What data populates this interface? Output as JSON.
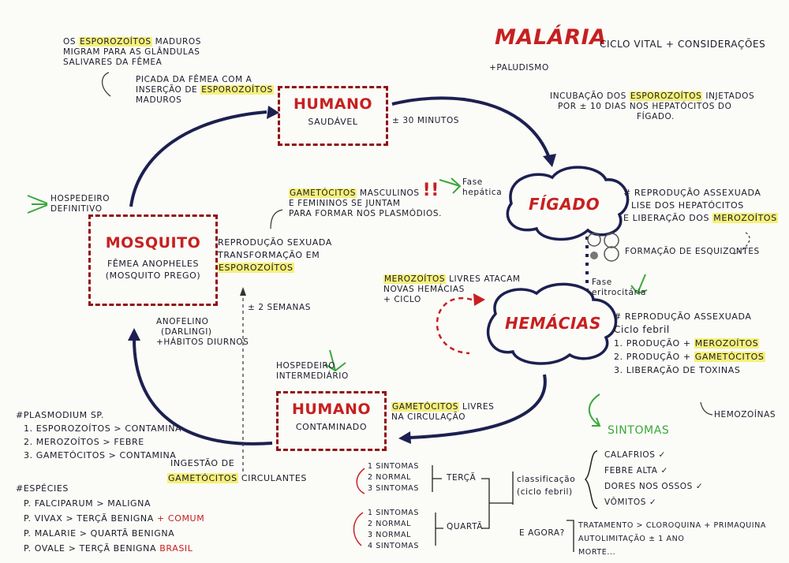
{
  "title": {
    "main": "MALÁRIA",
    "subtitle": "ciclo vital + considerações",
    "alias": "+paludismo"
  },
  "nodes": {
    "humano_saudavel": {
      "name": "HUMANO",
      "state": "SAUDÁVEL"
    },
    "figado": {
      "name": "FÍGADO"
    },
    "hemacias": {
      "name": "HEMÁCIAS"
    },
    "humano_contaminado": {
      "name": "HUMANO",
      "state": "CONTAMINADO"
    },
    "mosquito": {
      "name": "MOSQUITO",
      "line1": "fêmea anopheles",
      "line2": "(mosquito prego)"
    }
  },
  "notes": {
    "esporozoitos_maduros": {
      "pre": "Os",
      "hl": "esporozoítos",
      "l1_post": "maduros",
      "l2": "migram para as glândulas",
      "l3": "salivares da fêmea"
    },
    "picada": {
      "l1": "picada da fêmea com a",
      "l2_pre": "inserção de",
      "l2_hl": "esporozoítos",
      "l3": "maduros"
    },
    "trinta_minutos": "± 30 minutos",
    "incubacao": {
      "l1_pre": "Incubação dos",
      "l1_hl": "esporozoítos",
      "l1_post": "injetados",
      "l2": "por ± 10 dias nos hepatócitos do",
      "l3": "fígado."
    },
    "reproducao_assexuada_1": {
      "l1": "# Reprodução assexuada",
      "l2": "lise dos hepatócitos",
      "l3_pre": "e liberação dos",
      "l3_hl": "merozoítos"
    },
    "esquizontes": "formação de esquizontes",
    "fase_hepatica": {
      "l1": "Fase",
      "l2": "hepática"
    },
    "gametocitos_juntam": {
      "l1_hl": "Gametócitos",
      "l1_post": "masculinos",
      "exclaim": "!!",
      "l2": "e femininos se juntam",
      "l3": "para formar nos plasmódios."
    },
    "hospedeiro_definitivo": {
      "l1": "Hospedeiro",
      "l2": "definitivo"
    },
    "reproducao_sexuada": {
      "l1": "Reprodução sexuada",
      "l2": "transformação em",
      "l3_hl": "esporozoítos"
    },
    "duas_semanas": "± 2 semanas",
    "anofelino": {
      "l1": "anofelino",
      "l2": "(darlingi)",
      "l3": "+hábitos diurnos"
    },
    "merozoitos_livres": {
      "l1_hl": "Merozoítos",
      "l1_post": "livres atacam",
      "l2": "novas hemácias",
      "l3": "+ ciclo"
    },
    "fase_eritrocitaria": {
      "l1": "Fase",
      "l2": "eritrocitária"
    },
    "reproducao_assexuada_2": {
      "l1": "# Reprodução assexuada",
      "l2": "Ciclo febril",
      "i1_pre": "1. Produção +",
      "i1_hl": "merozoítos",
      "i2_pre": "2. Produção +",
      "i2_hl": "gametócitos",
      "i3": "3. Liberação de toxinas",
      "hemozoinas": "hemozoínas"
    },
    "sintomas_title": "sintomas",
    "sintomas": [
      "Calafrios ✓",
      "Febre alta ✓",
      "Dores nos ossos ✓",
      "Vômitos ✓"
    ],
    "hospedeiro_intermediario": {
      "l1": "Hospedeiro",
      "l2": "intermediário"
    },
    "gametocitos_livres": {
      "l1_hl": "Gametócitos",
      "l1_post": "livres",
      "l2": "na circulação"
    },
    "ingestao": {
      "l1": "Ingestão de",
      "l2_hl": "gametócitos",
      "l2_post": "circulantes"
    },
    "plasmodium": {
      "title": "#Plasmodium sp.",
      "items": [
        "1. Esporozoítos > contamina",
        "2. Merozoítos > febre",
        "3. Gametócitos > contamina"
      ]
    },
    "especies": {
      "title": "#Espécies",
      "items": [
        "P. falciparum > maligna",
        "P. vivax > terçã benigna",
        "P. malarie > quartã benigna",
        "P. ovale > terçã benigna"
      ],
      "vivax_extra": "+ comum",
      "ovale_extra": "brasil"
    },
    "terca": {
      "lines": [
        "1 sintomas",
        "2 normal",
        "3 sintomas"
      ],
      "label": "terçã"
    },
    "quarta": {
      "lines": [
        "1 sintomas",
        "2 normal",
        "3 normal",
        "4 sintomas"
      ],
      "label": "quartã"
    },
    "classificacao": {
      "l1": "classificação",
      "l2": "(ciclo febril)"
    },
    "e_agora": "e agora?",
    "tratamento": [
      "Tratamento > cloroquina + primaquina",
      "autolimitação ± 1 ano",
      "morte..."
    ]
  }
}
